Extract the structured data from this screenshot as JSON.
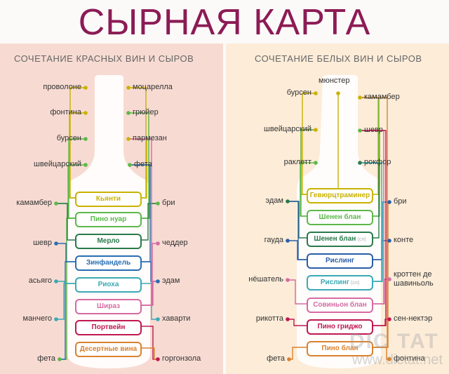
{
  "title": "СЫРНАЯ КАРТА",
  "red": {
    "heading": "СОЧЕТАНИЕ КРАСНЫХ ВИН И СЫРОВ",
    "cheeses": [
      {
        "name": "проволоне",
        "side": "left"
      },
      {
        "name": "фонтина",
        "side": "left"
      },
      {
        "name": "бурсен",
        "side": "left"
      },
      {
        "name": "швейцарский",
        "side": "left"
      },
      {
        "name": "камамбер",
        "side": "left"
      },
      {
        "name": "шевр",
        "side": "left"
      },
      {
        "name": "асьяго",
        "side": "left"
      },
      {
        "name": "манчего",
        "side": "left"
      },
      {
        "name": "фета",
        "side": "left"
      },
      {
        "name": "моцарелла",
        "side": "right"
      },
      {
        "name": "грюйер",
        "side": "right"
      },
      {
        "name": "пармезан",
        "side": "right"
      },
      {
        "name": "фета",
        "side": "right"
      },
      {
        "name": "бри",
        "side": "right"
      },
      {
        "name": "чеддер",
        "side": "right"
      },
      {
        "name": "эдам",
        "side": "right"
      },
      {
        "name": "хаварти",
        "side": "right"
      },
      {
        "name": "горгонзола",
        "side": "right"
      }
    ],
    "wines": [
      {
        "name": "Кьянти",
        "note": "",
        "color": "#c9b200",
        "pairs": [
          0,
          1,
          9,
          11
        ]
      },
      {
        "name": "Пино нуар",
        "note": "",
        "color": "#5cb84a",
        "pairs": [
          2,
          3,
          4,
          8,
          10,
          12,
          13
        ]
      },
      {
        "name": "Мерло",
        "note": "",
        "color": "#2a7a4c",
        "pairs": [
          4,
          13
        ]
      },
      {
        "name": "Зинфандель",
        "note": "",
        "color": "#2a6db3",
        "pairs": [
          5,
          8,
          12,
          15
        ]
      },
      {
        "name": "Риоха",
        "note": "",
        "color": "#3aa9b6",
        "pairs": [
          6,
          7,
          16
        ]
      },
      {
        "name": "Шираз",
        "note": "",
        "color": "#d66aa2",
        "pairs": [
          11,
          14,
          15
        ]
      },
      {
        "name": "Портвейн",
        "note": "",
        "color": "#c0184f",
        "pairs": [
          17
        ]
      },
      {
        "name": "Десертные вина",
        "note": "",
        "color": "#d9822f",
        "pairs": [
          17
        ]
      }
    ]
  },
  "white": {
    "heading": "СОЧЕТАНИЕ БЕЛЫХ ВИН И СЫРОВ",
    "cheeses": [
      {
        "name": "бурсен",
        "side": "left"
      },
      {
        "name": "швейцарский",
        "side": "left"
      },
      {
        "name": "раклетт",
        "side": "left"
      },
      {
        "name": "эдам",
        "side": "left"
      },
      {
        "name": "гауда",
        "side": "left"
      },
      {
        "name": "нёшатель",
        "side": "left"
      },
      {
        "name": "рикотта",
        "side": "left"
      },
      {
        "name": "фета",
        "side": "left"
      },
      {
        "name": "мюнстер",
        "side": "top"
      },
      {
        "name": "камамбер",
        "side": "right"
      },
      {
        "name": "шевр",
        "side": "right"
      },
      {
        "name": "рокфор",
        "side": "right"
      },
      {
        "name": "бри",
        "side": "right"
      },
      {
        "name": "конте",
        "side": "right"
      },
      {
        "name": "кроттен де шавиньоль",
        "side": "right"
      },
      {
        "name": "сен-нектэр",
        "side": "right"
      },
      {
        "name": "фонтина",
        "side": "right"
      }
    ],
    "wines": [
      {
        "name": "Гевюрцтраминер",
        "note": "",
        "color": "#c9b200",
        "pairs": [
          0,
          8,
          1,
          9
        ]
      },
      {
        "name": "Шенен блан",
        "note": "",
        "color": "#5cb84a",
        "pairs": [
          1,
          2,
          9,
          10
        ]
      },
      {
        "name": "Шенен блан",
        "note": "(сл)",
        "color": "#2a7a4c",
        "pairs": [
          11,
          3
        ]
      },
      {
        "name": "Рислинг",
        "note": "",
        "color": "#2a5ea8",
        "pairs": [
          3,
          4,
          13,
          12
        ]
      },
      {
        "name": "Рислинг",
        "note": "(сл)",
        "color": "#3aa9b6",
        "pairs": [
          11,
          12
        ]
      },
      {
        "name": "Совиньон блан",
        "note": "",
        "color": "#d66aa2",
        "pairs": [
          5,
          10,
          14
        ]
      },
      {
        "name": "Пино гриджо",
        "note": "",
        "color": "#c0184f",
        "pairs": [
          6,
          15,
          10
        ]
      },
      {
        "name": "Пино блан",
        "note": "",
        "color": "#d9822f",
        "pairs": [
          7,
          16,
          9,
          12
        ]
      }
    ]
  },
  "watermark": {
    "text": "DIC TAT",
    "url": "www.dictat.net"
  }
}
